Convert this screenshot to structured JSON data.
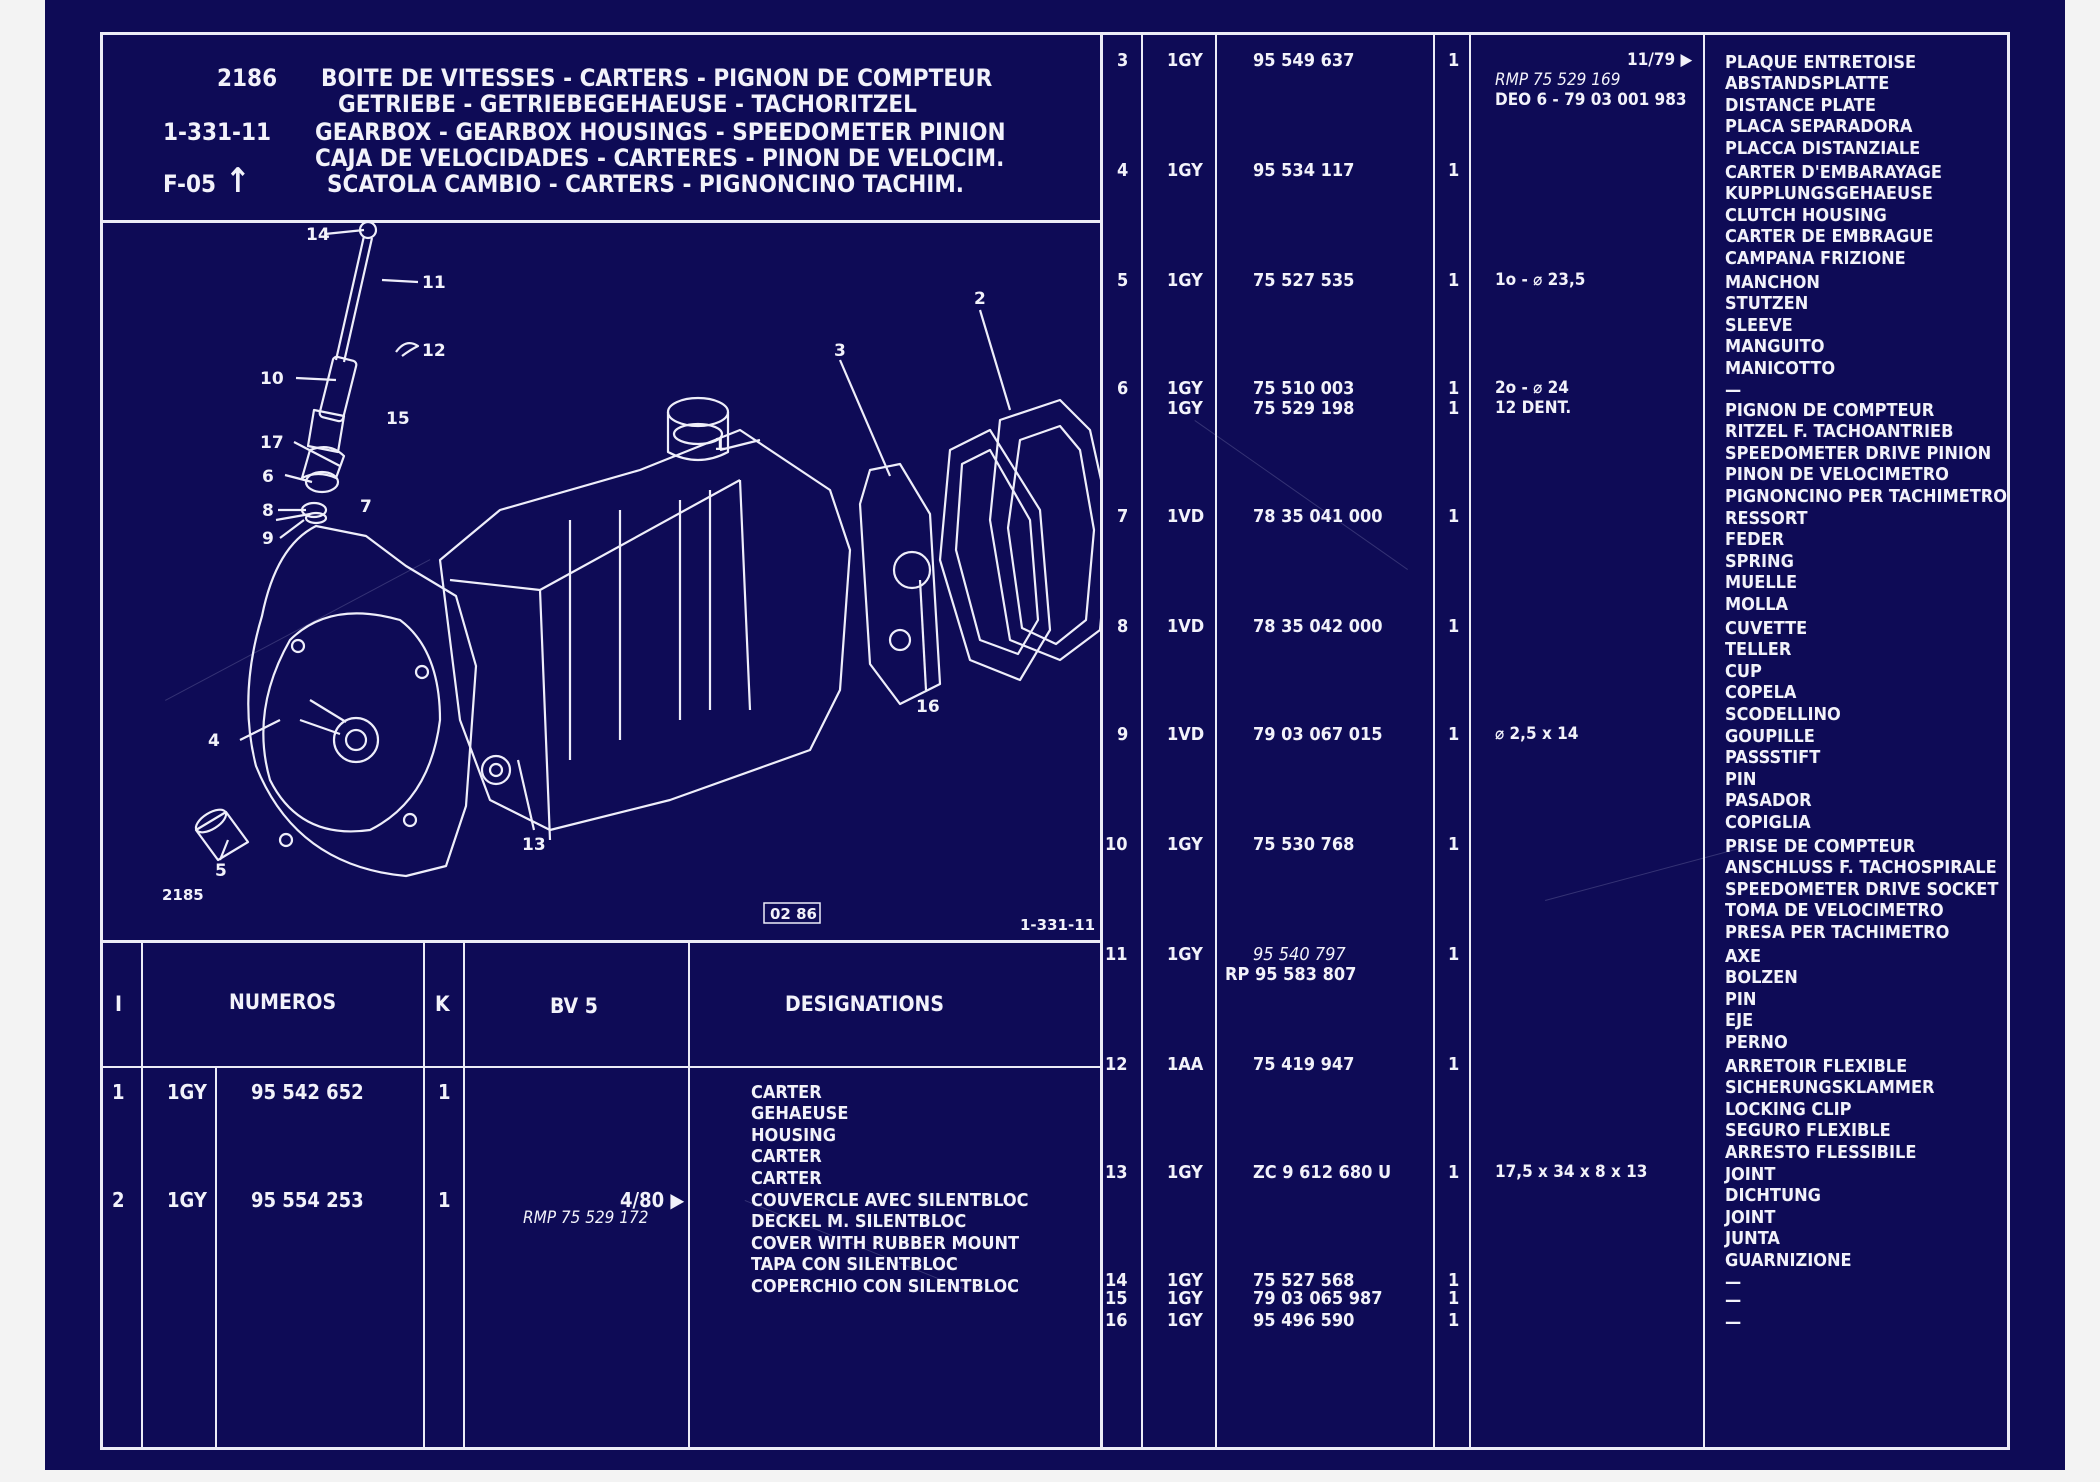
{
  "header": {
    "ref_no": "2186",
    "ref_code": "1-331-11",
    "ref_marker": "F-05",
    "titles": [
      "BOITE DE VITESSES - CARTERS - PIGNON DE COMPTEUR",
      "GETRIEBE - GETRIEBEGEHAEUSE - TACHORITZEL",
      "GEARBOX - GEARBOX HOUSINGS - SPEEDOMETER PINION",
      "CAJA DE VELOCIDADES - CARTERES - PINON DE VELOCIM.",
      "SCATOLA CAMBIO - CARTERS - PIGNONCINO TACHIM."
    ]
  },
  "diagram": {
    "callouts": [
      "14",
      "11",
      "12",
      "10",
      "15",
      "17",
      "6",
      "8",
      "7",
      "9",
      "4",
      "5",
      "2",
      "3",
      "1",
      "16",
      "13"
    ],
    "figure_no": "2185",
    "date_stamp": "02 86",
    "page_code": "1-331-11"
  },
  "table_header": {
    "col_index": "I",
    "col_numbers": "NUMEROS",
    "col_k": "K",
    "col_bv": "BV 5",
    "col_desig": "DESIGNATIONS"
  },
  "rows_left": [
    {
      "idx": "1",
      "code": "1GY",
      "part": "95 542 652",
      "qty": "1",
      "note": "",
      "note_rmp": "",
      "desig": [
        "CARTER",
        "GEHAEUSE",
        "HOUSING",
        "CARTER",
        "CARTER"
      ]
    },
    {
      "idx": "2",
      "code": "1GY",
      "part": "95 554 253",
      "qty": "1",
      "note": "4/80 ▶",
      "note_rmp": "RMP 75 529 172",
      "desig": [
        "COUVERCLE AVEC SILENTBLOC",
        "DECKEL M. SILENTBLOC",
        "COVER WITH RUBBER MOUNT",
        "TAPA CON SILENTBLOC",
        "COPERCHIO CON SILENTBLOC"
      ]
    }
  ],
  "rows_right": [
    {
      "idx": "3",
      "code": "1GY",
      "part": "95 549 637",
      "qty": "1",
      "notes": [
        "11/79 ▶",
        "RMP 75 529 169",
        "DEO 6 - 79 03 001 983"
      ],
      "desig": [
        "PLAQUE ENTRETOISE",
        "ABSTANDSPLATTE",
        "DISTANCE PLATE",
        "PLACA SEPARADORA",
        "PLACCA DISTANZIALE"
      ]
    },
    {
      "idx": "4",
      "code": "1GY",
      "part": "95 534 117",
      "qty": "1",
      "notes": [],
      "desig": [
        "CARTER D'EMBARAYAGE",
        "KUPPLUNGSGEHAEUSE",
        "CLUTCH HOUSING",
        "CARTER DE EMBRAGUE",
        "CAMPANA FRIZIONE"
      ]
    },
    {
      "idx": "5",
      "code": "1GY",
      "part": "75 527 535",
      "qty": "1",
      "notes": [
        "1o - ⌀ 23,5"
      ],
      "desig": [
        "MANCHON",
        "STUTZEN",
        "SLEEVE",
        "MANGUITO",
        "MANICOTTO"
      ]
    },
    {
      "idx": "6",
      "code": "1GY",
      "part": "75 510 003",
      "qty": "1",
      "notes": [
        "2o - ⌀ 24"
      ],
      "desig": [
        "—"
      ]
    },
    {
      "idx": "",
      "code": "1GY",
      "part": "75 529 198",
      "qty": "1",
      "notes": [
        "12 DENT."
      ],
      "desig": [
        "PIGNON DE COMPTEUR",
        "RITZEL F. TACHOANTRIEB",
        "SPEEDOMETER DRIVE PINION",
        "PINON DE VELOCIMETRO",
        "PIGNONCINO PER TACHIMETRO"
      ]
    },
    {
      "idx": "7",
      "code": "1VD",
      "part": "78 35 041 000",
      "qty": "1",
      "notes": [],
      "desig": [
        "RESSORT",
        "FEDER",
        "SPRING",
        "MUELLE",
        "MOLLA"
      ]
    },
    {
      "idx": "8",
      "code": "1VD",
      "part": "78 35 042 000",
      "qty": "1",
      "notes": [],
      "desig": [
        "CUVETTE",
        "TELLER",
        "CUP",
        "COPELA",
        "SCODELLINO"
      ]
    },
    {
      "idx": "9",
      "code": "1VD",
      "part": "79 03 067 015",
      "qty": "1",
      "notes": [
        "⌀ 2,5 x 14"
      ],
      "desig": [
        "GOUPILLE",
        "PASSSTIFT",
        "PIN",
        "PASADOR",
        "COPIGLIA"
      ]
    },
    {
      "idx": "10",
      "code": "1GY",
      "part": "75 530 768",
      "qty": "1",
      "notes": [],
      "desig": [
        "PRISE DE COMPTEUR",
        "ANSCHLUSS F. TACHOSPIRALE",
        "SPEEDOMETER DRIVE SOCKET",
        "TOMA DE VELOCIMETRO",
        "PRESA PER TACHIMETRO"
      ]
    },
    {
      "idx": "11",
      "code": "1GY",
      "part": "95 540 797",
      "part2": "RP 95 583 807",
      "qty": "1",
      "notes": [],
      "desig": [
        "AXE",
        "BOLZEN",
        "PIN",
        "EJE",
        "PERNO"
      ]
    },
    {
      "idx": "12",
      "code": "1AA",
      "part": "75 419 947",
      "qty": "1",
      "notes": [],
      "desig": [
        "ARRETOIR FLEXIBLE",
        "SICHERUNGSKLAMMER",
        "LOCKING CLIP",
        "SEGURO FLEXIBLE",
        "ARRESTO FLESSIBILE"
      ]
    },
    {
      "idx": "13",
      "code": "1GY",
      "part": "ZC 9 612 680 U",
      "qty": "1",
      "notes": [
        "17,5 x 34 x 8 x 13"
      ],
      "desig": [
        "JOINT",
        "DICHTUNG",
        "JOINT",
        "JUNTA",
        "GUARNIZIONE"
      ]
    },
    {
      "idx": "14",
      "code": "1GY",
      "part": "75 527 568",
      "qty": "1",
      "notes": [],
      "desig": [
        "—"
      ]
    },
    {
      "idx": "15",
      "code": "1GY",
      "part": "79 03 065 987",
      "qty": "1",
      "notes": [],
      "desig": [
        "—"
      ]
    },
    {
      "idx": "16",
      "code": "1GY",
      "part": "95 496 590",
      "qty": "1",
      "notes": [],
      "desig": [
        "—"
      ]
    }
  ]
}
